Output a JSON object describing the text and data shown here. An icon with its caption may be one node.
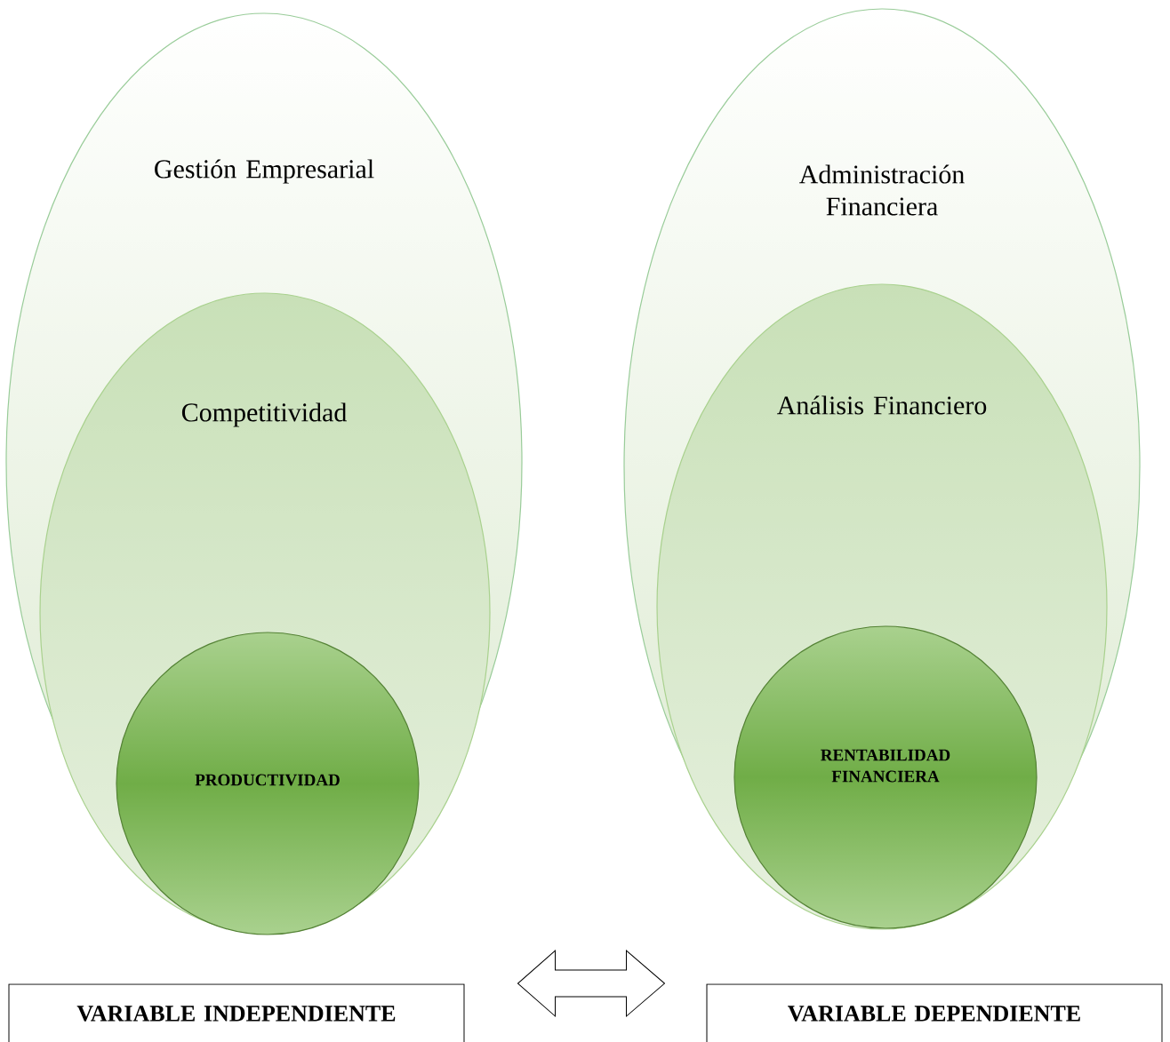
{
  "diagram": {
    "nodes": [
      {
        "text": [
          "Gestión Empresarial"
        ]
      },
      {
        "text": [
          "Competitividad"
        ],
        "in": 0
      },
      {
        "text": [
          "PRODUCTIVIDAD"
        ],
        "in": 1
      },
      {
        "text": [
          "VARIABLE INDEPENDIENTE"
        ]
      },
      {
        "text": [
          "Administración Financiera"
        ]
      },
      {
        "text": [
          "Análisis Financiero"
        ],
        "in": 4
      },
      {
        "text": [
          "RENTABILIDAD FINANCIERA"
        ],
        "in": 5
      },
      {
        "text": [
          "VARIABLE DEPENDIENTE"
        ]
      }
    ],
    "edges": [
      {
        "from": 3,
        "to": 7,
        "arrow": "both"
      }
    ]
  }
}
